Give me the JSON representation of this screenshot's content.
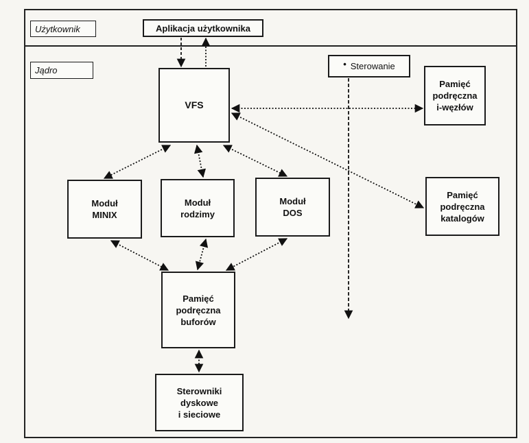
{
  "region_labels": {
    "user": "Użytkownik",
    "kernel": "Jądro"
  },
  "nodes": {
    "user_app": "Aplikacja użytkownika",
    "vfs": "VFS",
    "control": "Sterowanie",
    "control_bullet": "•",
    "inode_cache": [
      "Pamięć",
      "podręczna",
      "i-węzłów"
    ],
    "dir_cache": [
      "Pamięć",
      "podręczna",
      "katalogów"
    ],
    "minix": [
      "Moduł",
      "MINIX"
    ],
    "native": [
      "Moduł",
      "rodzimy"
    ],
    "dos": [
      "Moduł",
      "DOS"
    ],
    "buffer_cache": [
      "Pamięć",
      "podręczna",
      "buforów"
    ],
    "drivers": [
      "Sterowniki",
      "dyskowe",
      "i sieciowe"
    ]
  }
}
